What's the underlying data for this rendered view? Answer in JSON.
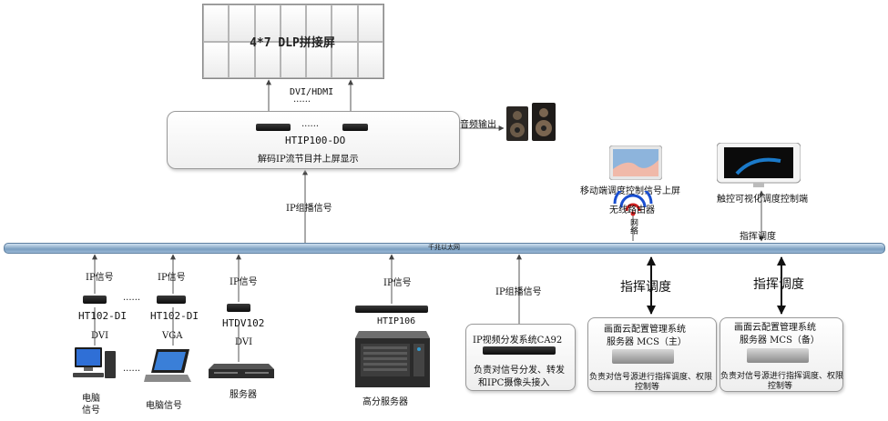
{
  "dlp_wall": {
    "title": "4*7 DLP拼接屏"
  },
  "decoder": {
    "link_label": "DVI/HDMI",
    "link_dots": "......",
    "device_dots": "......",
    "device_name": "HTIP100-DO",
    "desc": "解码IP流节目并上屏显示",
    "audio_label": "音频输出",
    "multicast_label": "IP组播信号"
  },
  "network": {
    "label": "千兆以太网"
  },
  "mobile": {
    "label": "移动端调度控制信号上屏",
    "router_label": "无线路由器",
    "network_label": "网络"
  },
  "touch": {
    "label": "触控可视化调度控制端",
    "dispatch_label": "指挥调度"
  },
  "encoders": [
    {
      "signal": "IP信号",
      "name": "HT102-DI",
      "port": "DVI",
      "source": "电脑信号"
    },
    {
      "signal": "IP信号",
      "name": "HT102-DI",
      "port": "VGA",
      "source": "电脑信号"
    },
    {
      "signal": "IP信号",
      "name": "HTDV102",
      "port": "DVI",
      "source": "服务器"
    }
  ],
  "encoder_dots": "......",
  "source_dots": "......",
  "highres": {
    "signal": "IP信号",
    "name": "HTIP106",
    "source": "高分服务器"
  },
  "ca92": {
    "multicast_label": "IP组播信号",
    "title": "IP视频分发系统CA92",
    "desc_line1": "负责对信号分发、转发",
    "desc_line2": "和IPC摄像头接入"
  },
  "mcs_main": {
    "dispatch": "指挥调度",
    "title_line1": "画面云配置管理系统",
    "title_line2": "服务器 MCS（主）",
    "desc_line1": "负责对信号源进行指挥调度、权限",
    "desc_line2": "控制等"
  },
  "mcs_backup": {
    "dispatch": "指挥调度",
    "title_line1": "画面云配置管理系统",
    "title_line2": "服务器 MCS（备）",
    "desc_line1": "负责对信号源进行指挥调度、权限",
    "desc_line2": "控制等"
  }
}
